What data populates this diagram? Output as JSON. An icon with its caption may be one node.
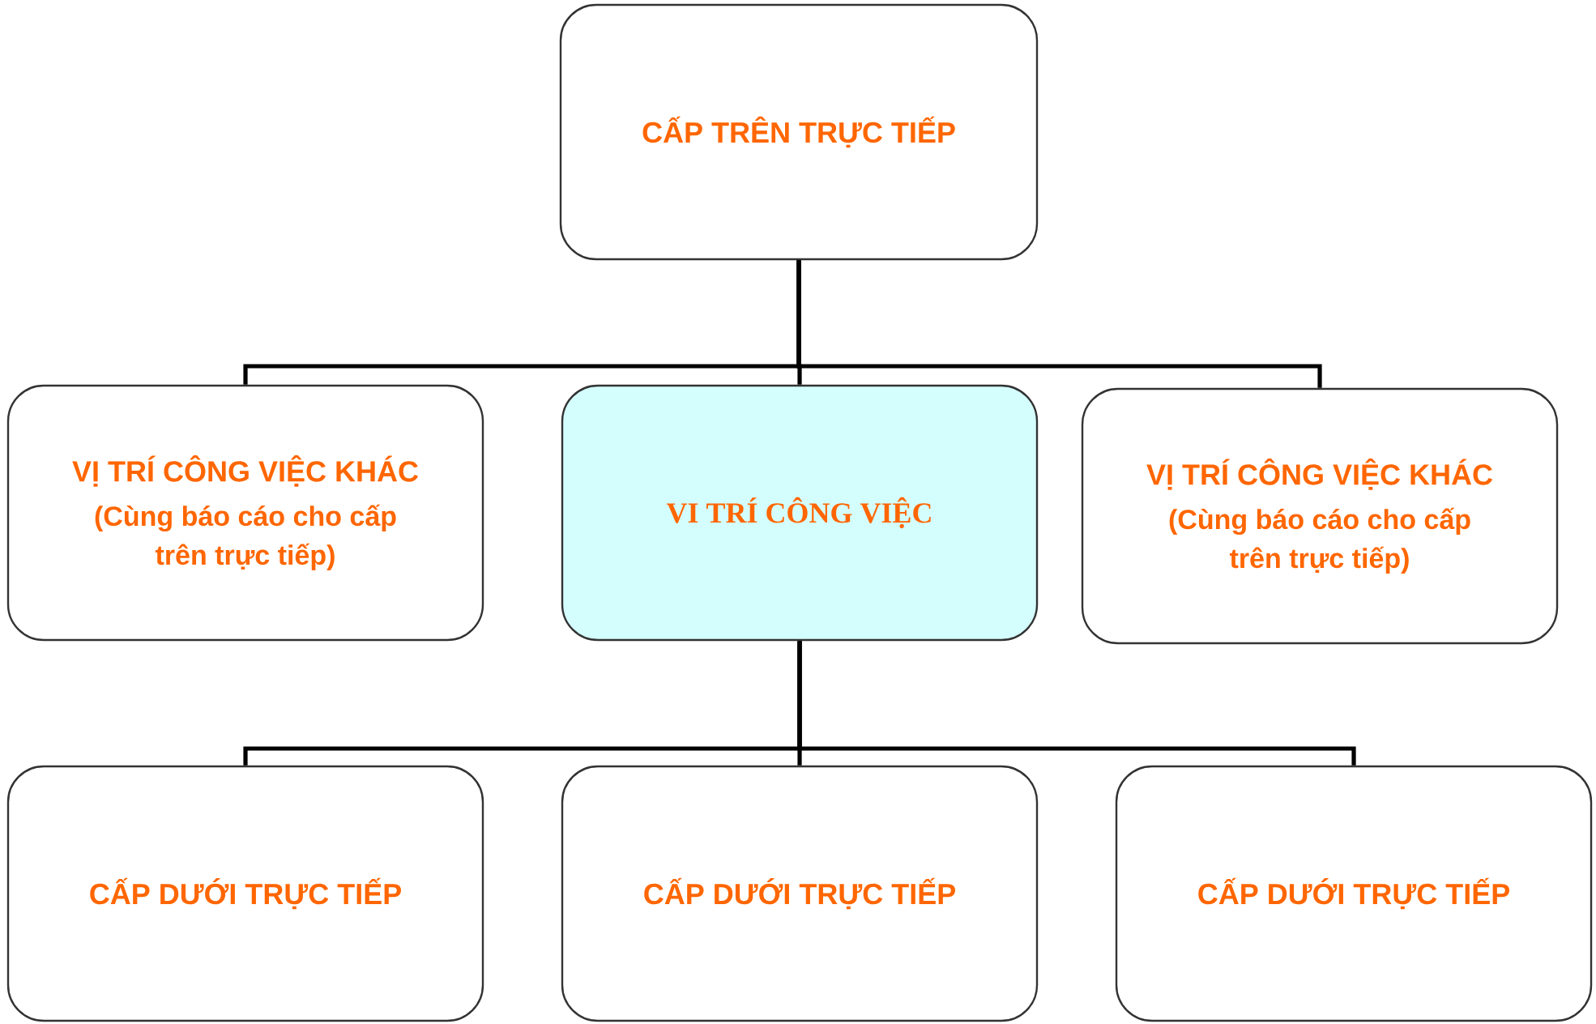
{
  "diagram": {
    "nodes": [
      {
        "text": [
          "CẤP TRÊN TRỰC TIẾP"
        ]
      },
      {
        "text": [
          "VỊ TRÍ CÔNG VIỆC KHÁC",
          "(Cùng báo cáo cho cấp trên trực tiếp)"
        ]
      },
      {
        "text": [
          "VI TRÍ CÔNG VIỆC"
        ]
      },
      {
        "text": [
          "VỊ TRÍ CÔNG VIỆC KHÁC",
          "(Cùng báo cáo cho cấp trên trực tiếp)"
        ]
      },
      {
        "text": [
          "CẤP DƯỚI TRỰC TIẾP"
        ]
      },
      {
        "text": [
          "CẤP DƯỚI TRỰC TIẾP"
        ]
      },
      {
        "text": [
          "CẤP DƯỚI TRỰC TIẾP"
        ]
      }
    ],
    "edges": [
      {
        "from": 0,
        "to": 1,
        "arrow": "none"
      },
      {
        "from": 0,
        "to": 2,
        "arrow": "none"
      },
      {
        "from": 0,
        "to": 3,
        "arrow": "none"
      },
      {
        "from": 2,
        "to": 4,
        "arrow": "none"
      },
      {
        "from": 2,
        "to": 5,
        "arrow": "none"
      },
      {
        "from": 2,
        "to": 6,
        "arrow": "none"
      }
    ]
  }
}
